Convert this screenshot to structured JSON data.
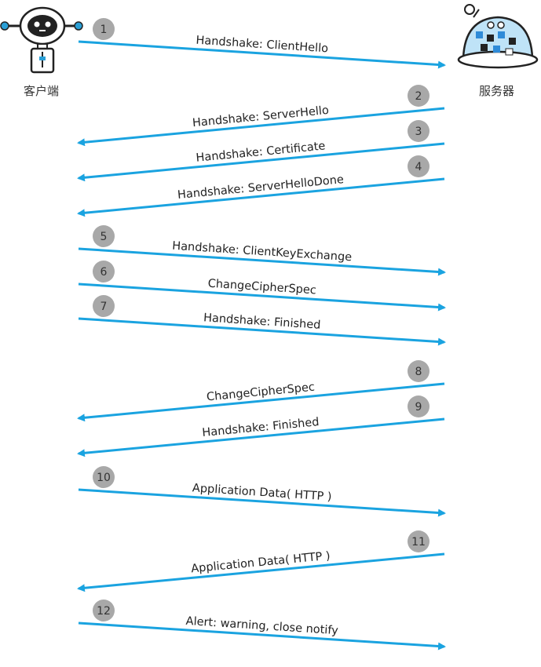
{
  "actors": {
    "client": {
      "label": "客户端"
    },
    "server": {
      "label": "服务器"
    }
  },
  "colors": {
    "arrow": "#1aa3e0",
    "badge": "#a8a8a8",
    "robot_body": "#ffffff",
    "robot_outline": "#222222",
    "robot_accent": "#2a9fd6",
    "server_blue": "#2f8bd8"
  },
  "messages": [
    {
      "step": "1",
      "label": "Handshake: ClientHello",
      "direction": "right"
    },
    {
      "step": "2",
      "label": "Handshake: ServerHello",
      "direction": "left"
    },
    {
      "step": "3",
      "label": "Handshake: Certificate",
      "direction": "left"
    },
    {
      "step": "4",
      "label": "Handshake: ServerHelloDone",
      "direction": "left"
    },
    {
      "step": "5",
      "label": "Handshake: ClientKeyExchange",
      "direction": "right"
    },
    {
      "step": "6",
      "label": "ChangeCipherSpec",
      "direction": "right"
    },
    {
      "step": "7",
      "label": "Handshake: Finished",
      "direction": "right"
    },
    {
      "step": "8",
      "label": "ChangeCipherSpec",
      "direction": "left"
    },
    {
      "step": "9",
      "label": "Handshake: Finished",
      "direction": "left"
    },
    {
      "step": "10",
      "label": "Application Data( HTTP )",
      "direction": "right"
    },
    {
      "step": "11",
      "label": "Application Data( HTTP )",
      "direction": "left"
    },
    {
      "step": "12",
      "label": "Alert: warning, close notify",
      "direction": "right"
    }
  ]
}
